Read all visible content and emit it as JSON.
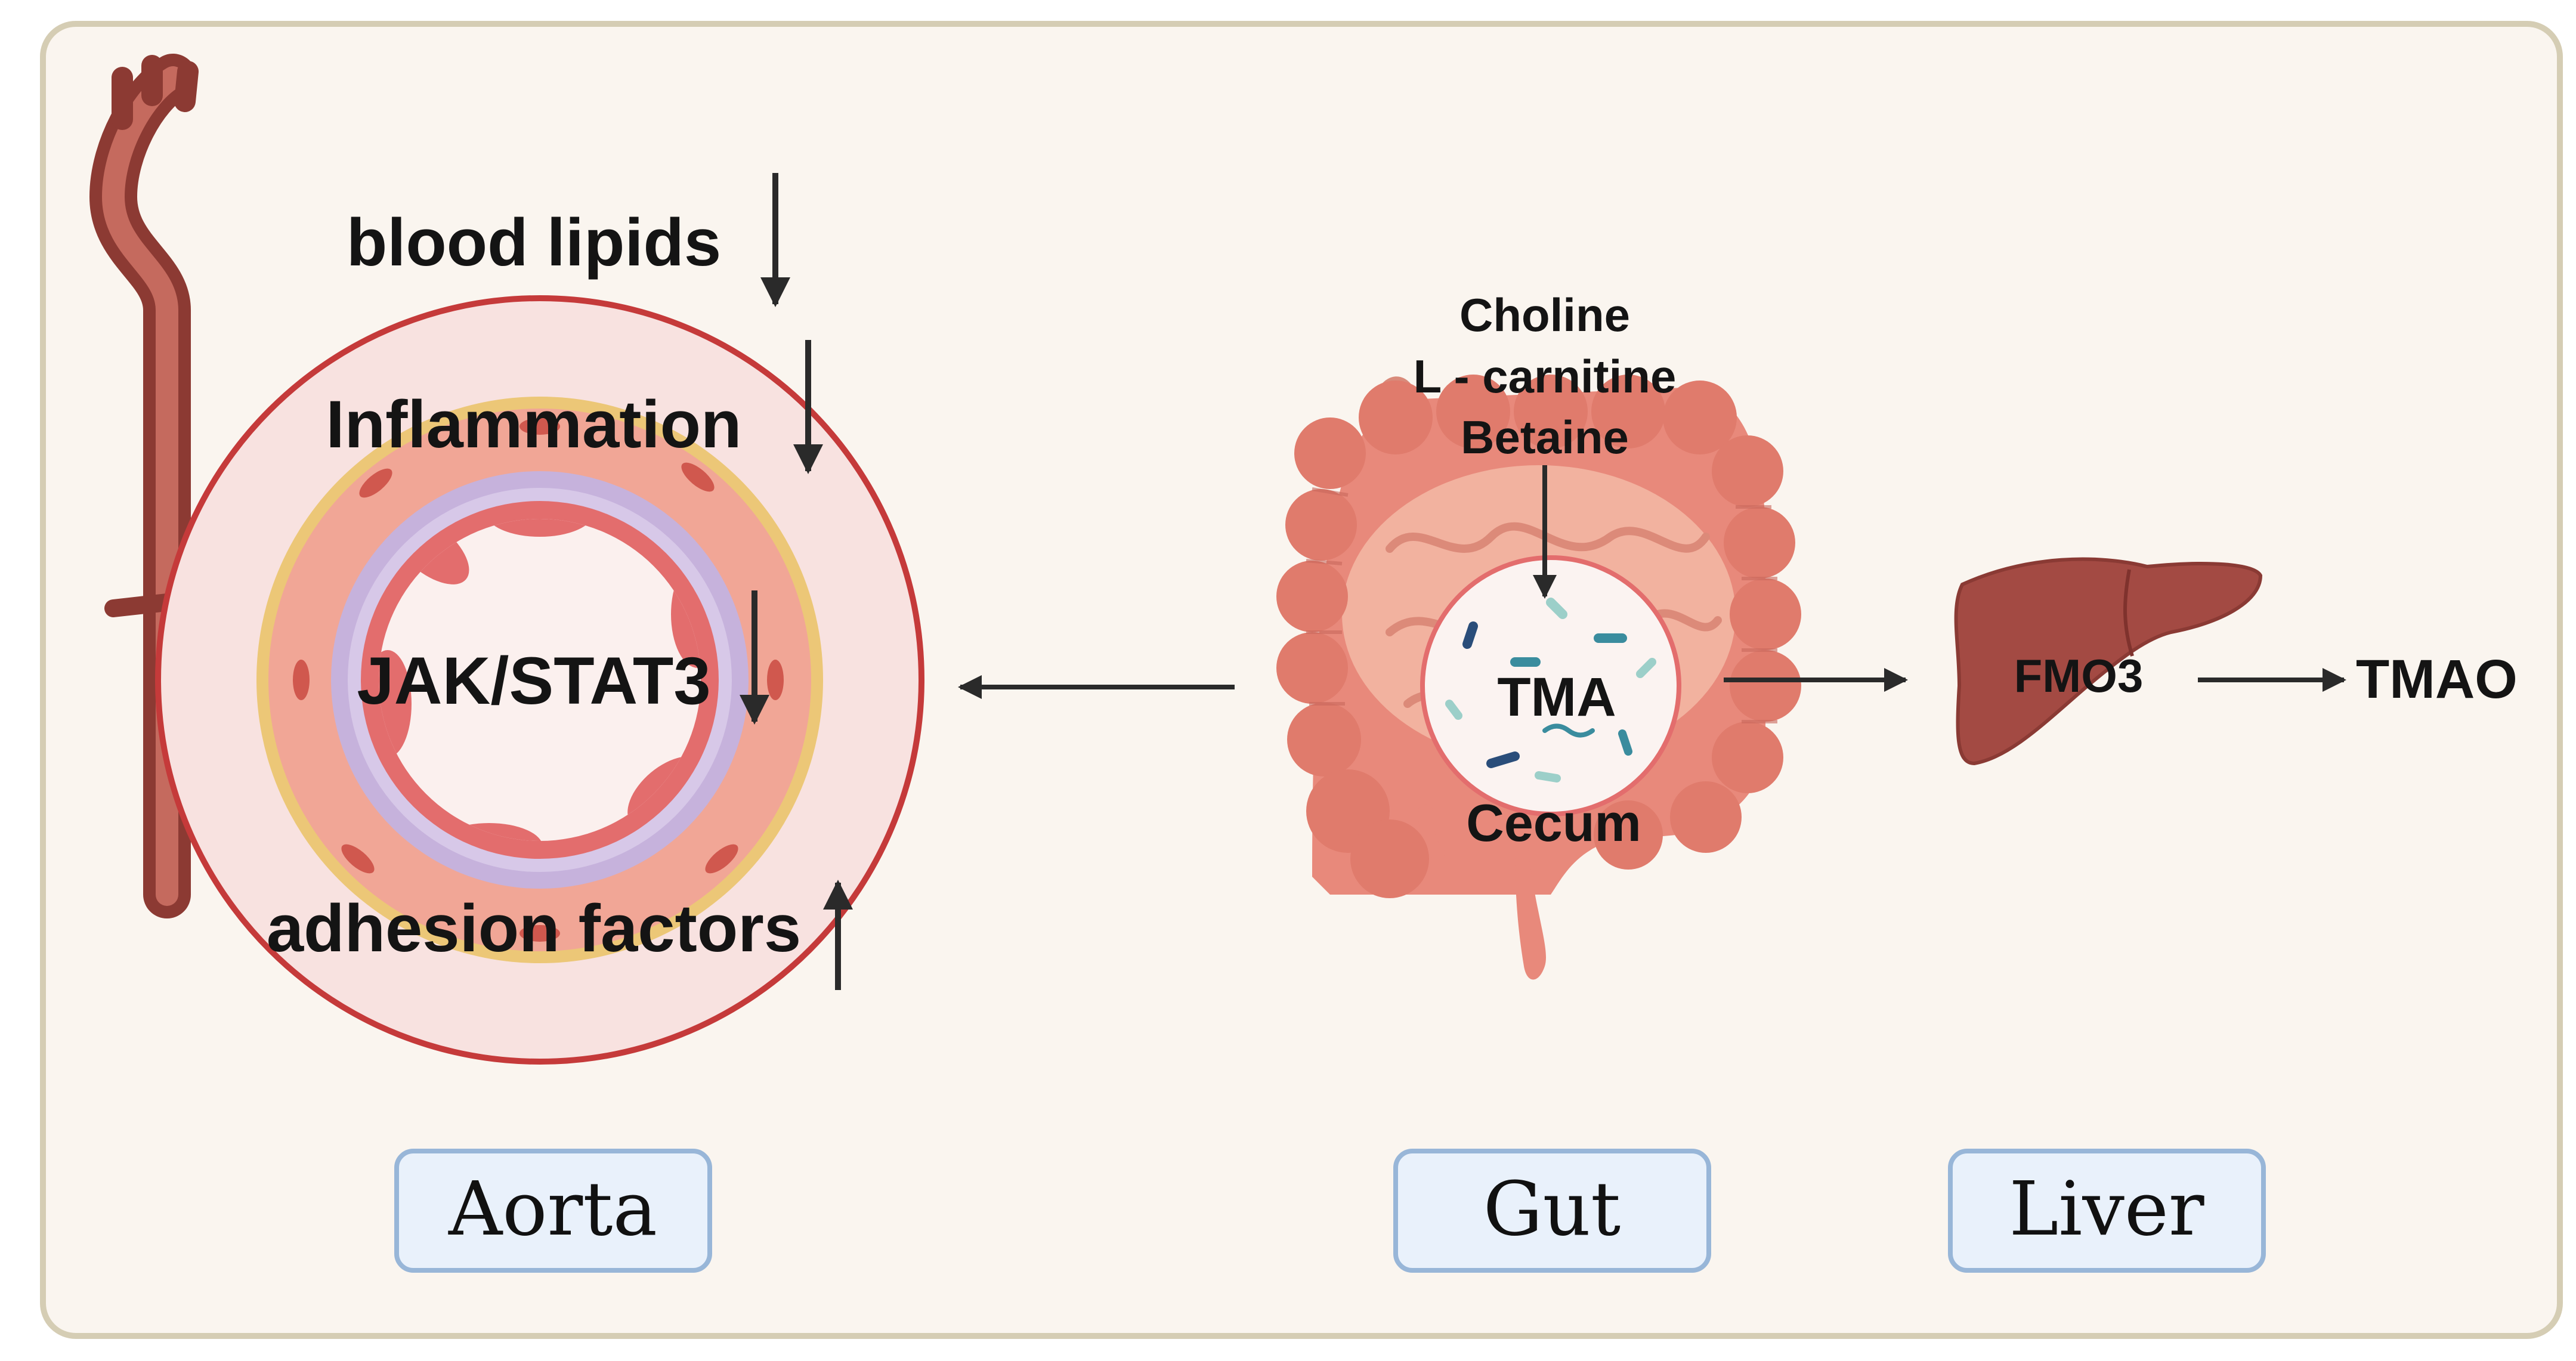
{
  "colors": {
    "panel_bg": "#faf5ef",
    "panel_border": "#d5cdb4",
    "label_box_fill": "#e9f1fb",
    "label_box_border": "#98b6d8",
    "artery": "#8c3a33",
    "vessel_outer": "#f8e2e0",
    "vessel_rim": "#c53a3a",
    "media": "#f1a696",
    "adventitia": "#ecc777",
    "elastic_lamina": "#c6b2dc",
    "intima": "#e36d6d",
    "lumen": "#fbf0ee",
    "intestine": "#e8897b",
    "intestine_light": "#f2b29f",
    "cecum_circle": "#fbf3f1",
    "liver": "#a34a43",
    "arrow": "#2a2a2a"
  },
  "icons": {
    "aortic_arch": "aortic-arch-icon",
    "vessel": "vessel-cross-section-icon",
    "intestine": "large-intestine-icon",
    "bacteria": "bacteria-icon",
    "liver": "liver-icon"
  },
  "aorta": {
    "blood_lipids": "blood lipids",
    "blood_lipids_trend": "decrease",
    "inflammation": "Inflammation",
    "inflammation_trend": "decrease",
    "pathway": "JAK/STAT3",
    "pathway_trend": "decrease",
    "adhesion": "adhesion factors",
    "adhesion_trend": "increase",
    "caption": "Aorta"
  },
  "gut": {
    "precursors": [
      "Choline",
      "L - carnitine",
      "Betaine"
    ],
    "metabolite": "TMA",
    "region": "Cecum",
    "caption": "Gut"
  },
  "liver": {
    "enzyme": "FMO3",
    "product": "TMAO",
    "caption": "Liver"
  }
}
